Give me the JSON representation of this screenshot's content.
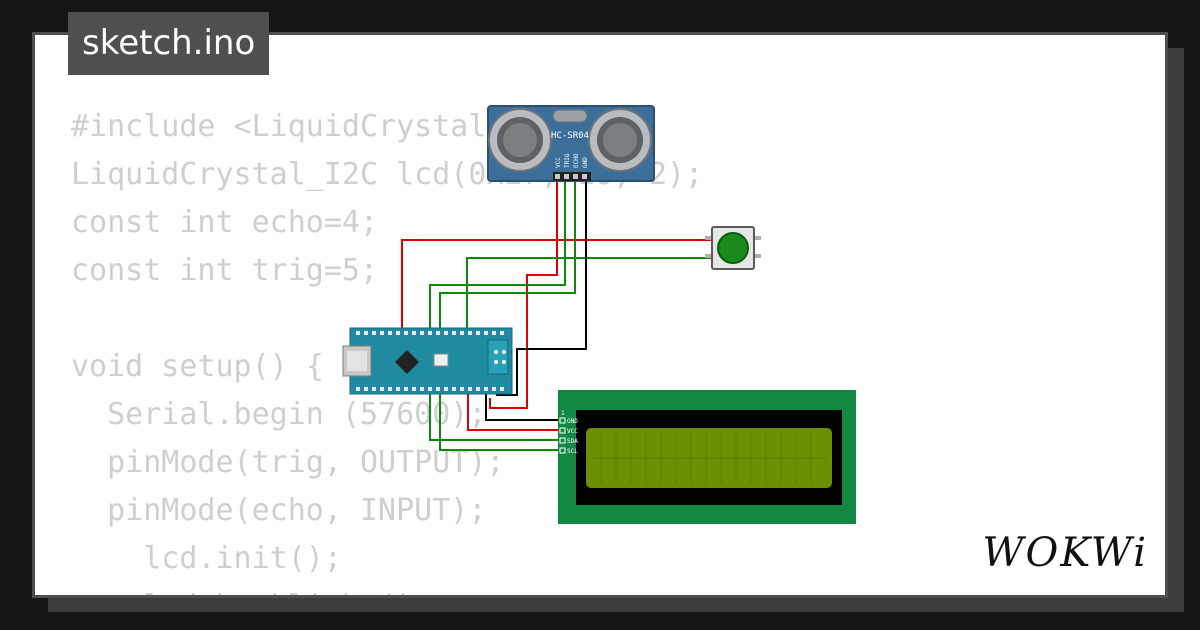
{
  "title": "sketch.ino",
  "code_lines": [
    "#include <LiquidCrystal_I2C.h>",
    "LiquidCrystal_I2C lcd(0x27, 16, 2);",
    "const int echo=4;",
    "const int trig=5;",
    "",
    "void setup() {",
    "  Serial.begin (57600);",
    "  pinMode(trig, OUTPUT);",
    "  pinMode(echo, INPUT);",
    "    lcd.init();",
    "    lcd.backlight();"
  ],
  "components": {
    "sensor": {
      "label": "HC-SR04",
      "pins": [
        "VCC",
        "TRIG",
        "ECHO",
        "GND"
      ]
    },
    "lcd": {
      "pin_header": "1",
      "pins": [
        "GND",
        "VCC",
        "SDA",
        "SCL"
      ]
    },
    "button": {
      "color": "#1a8a1a"
    }
  },
  "colors": {
    "wire_red": "#e00000",
    "wire_green": "#0a8a0a",
    "wire_black": "#000000",
    "board_teal": "#1f8aa0",
    "lcd_pcb": "#138843",
    "lcd_screen": "#6a8f00",
    "sensor_blue": "#3b6f9a"
  },
  "logo": "WOKWi"
}
